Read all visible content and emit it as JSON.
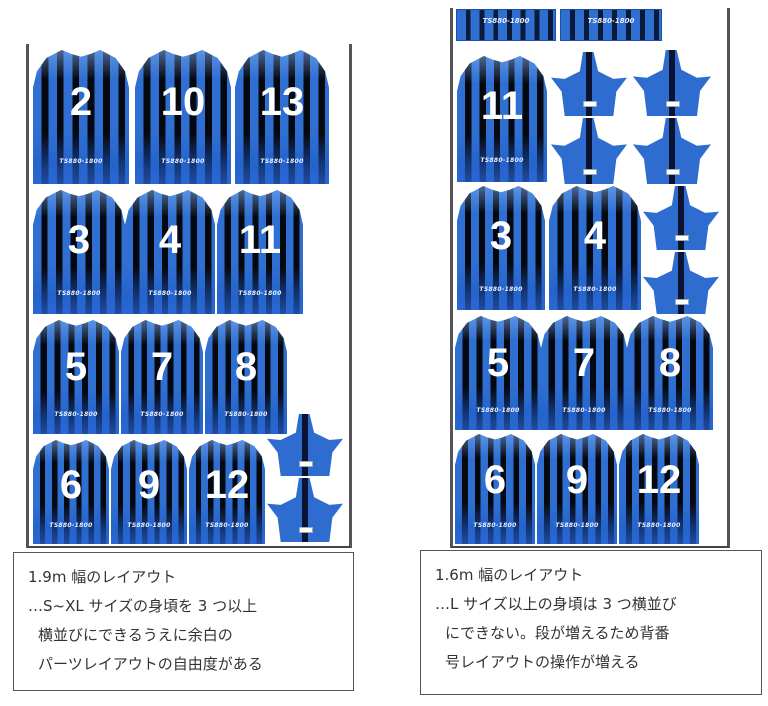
{
  "model_label": "TS880-1800",
  "left_layout": {
    "jerseys": [
      "2",
      "10",
      "13",
      "3",
      "4",
      "11",
      "5",
      "7",
      "8",
      "6",
      "9",
      "12"
    ],
    "caption": {
      "title": "1.9m 幅のレイアウト",
      "lines": [
        "…S~XL サイズの身頃を 3 つ以上",
        "横並びにできるうえに余白の",
        "パーツレイアウトの自由度がある"
      ]
    }
  },
  "right_layout": {
    "jerseys": [
      "11",
      "3",
      "4",
      "5",
      "7",
      "8",
      "6",
      "9",
      "12"
    ],
    "caption": {
      "title": "1.6m 幅のレイアウト",
      "lines": [
        "…L サイズ以上の身頃は 3 つ横並び",
        "にできない。段が増えるため背番",
        "号レイアウトの操作が増える"
      ]
    }
  },
  "colors": {
    "stripe_blue": "#2f6fd1",
    "stripe_black": "#06080f"
  }
}
